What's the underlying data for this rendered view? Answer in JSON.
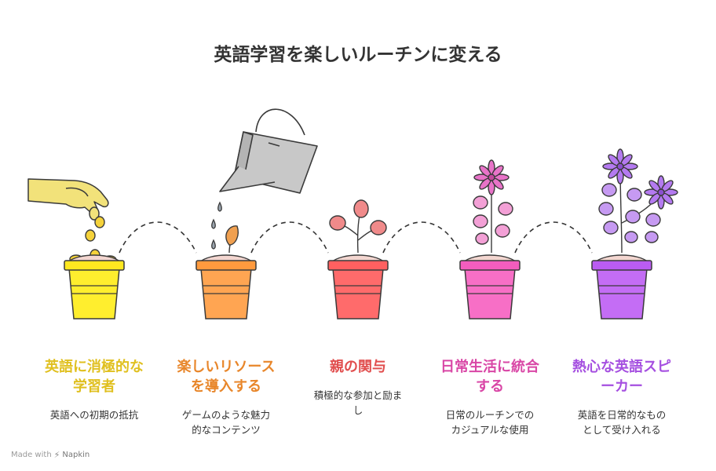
{
  "title": "英語学習を楽しいルーチンに変える",
  "stages": [
    {
      "title_lines": [
        "英語に消極的な",
        "学習者"
      ],
      "desc_lines": [
        "英語への初期の抵抗"
      ],
      "color": "#E0C020",
      "pot_color": "#FFEE2E",
      "pot_rim": "#FFE820",
      "plant": "hand-seeds"
    },
    {
      "title_lines": [
        "楽しいリソース",
        "を導入する"
      ],
      "desc_lines": [
        "ゲームのような魅力",
        "的なコンテンツ"
      ],
      "color": "#E8862A",
      "pot_color": "#FFA552",
      "pot_rim": "#FF9A3E",
      "plant": "sprout-watering-can"
    },
    {
      "title_lines": [
        "親の関与"
      ],
      "desc_lines": [
        "積極的な参加と励ま",
        "し"
      ],
      "color": "#E14E4E",
      "pot_color": "#FF6B6B",
      "pot_rim": "#FF6060",
      "plant": "seedling"
    },
    {
      "title_lines": [
        "日常生活に統合",
        "する"
      ],
      "desc_lines": [
        "日常のルーチンでの",
        "カジュアルな使用"
      ],
      "color": "#D947A6",
      "pot_color": "#F76FC6",
      "pot_rim": "#F35DBE",
      "plant": "flower-one"
    },
    {
      "title_lines": [
        "熱心な英語スピ",
        "ーカー"
      ],
      "desc_lines": [
        "英語を日常的なもの",
        "として受け入れる"
      ],
      "color": "#A54FE0",
      "pot_color": "#C46DF5",
      "pot_rim": "#BA5CF2",
      "plant": "flower-two"
    }
  ],
  "footer": {
    "prefix": "Made with",
    "brand": "Napkin"
  },
  "colors": {
    "outline": "#3a3a3a",
    "can": "#C8C8C8",
    "seed": "#F5D23A",
    "leaf_sprout": "#F0A050",
    "leaf_red": "#F08A8A",
    "leaf_pink": "#F3A0D6",
    "leaf_purple": "#C69AF2",
    "flower_pink": "#E873C8",
    "flower_purple": "#B47AF0",
    "soil": "#F0D0D0"
  }
}
